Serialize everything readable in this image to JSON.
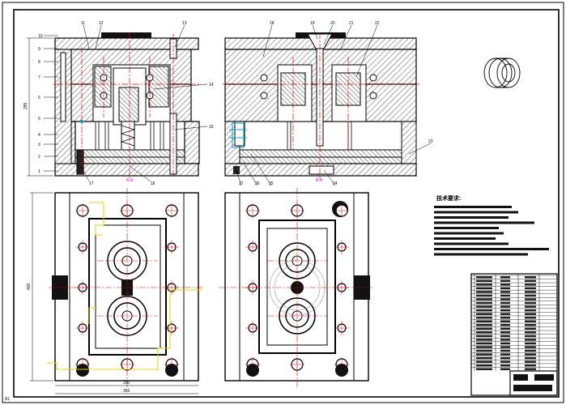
{
  "drawing": {
    "colors": {
      "outline": "#000000",
      "centerline": "#e00000",
      "dimension": "#e000e0",
      "annotation": "#e0d000",
      "coolant": "#00a0c0",
      "hatch": "#555555"
    },
    "front_view_labels": [
      "1",
      "2",
      "3",
      "4",
      "5",
      "6",
      "7",
      "8",
      "9",
      "10",
      "11",
      "12",
      "13",
      "14",
      "15",
      "16",
      "17"
    ],
    "side_view_labels": [
      "18",
      "19",
      "20",
      "21",
      "22",
      "23",
      "24",
      "25",
      "26",
      "27"
    ],
    "dim_front_height": "295",
    "dim_bottom_width": "250",
    "dim_bottom_overall": "350",
    "dim_left_height": "400",
    "section_mark_a": "A-A",
    "section_mark_b": "B-B",
    "page_corner_label": "A1",
    "tech_requirements_title": "技术要求:",
    "tech_lines": 10,
    "title_block_rows": 26
  }
}
